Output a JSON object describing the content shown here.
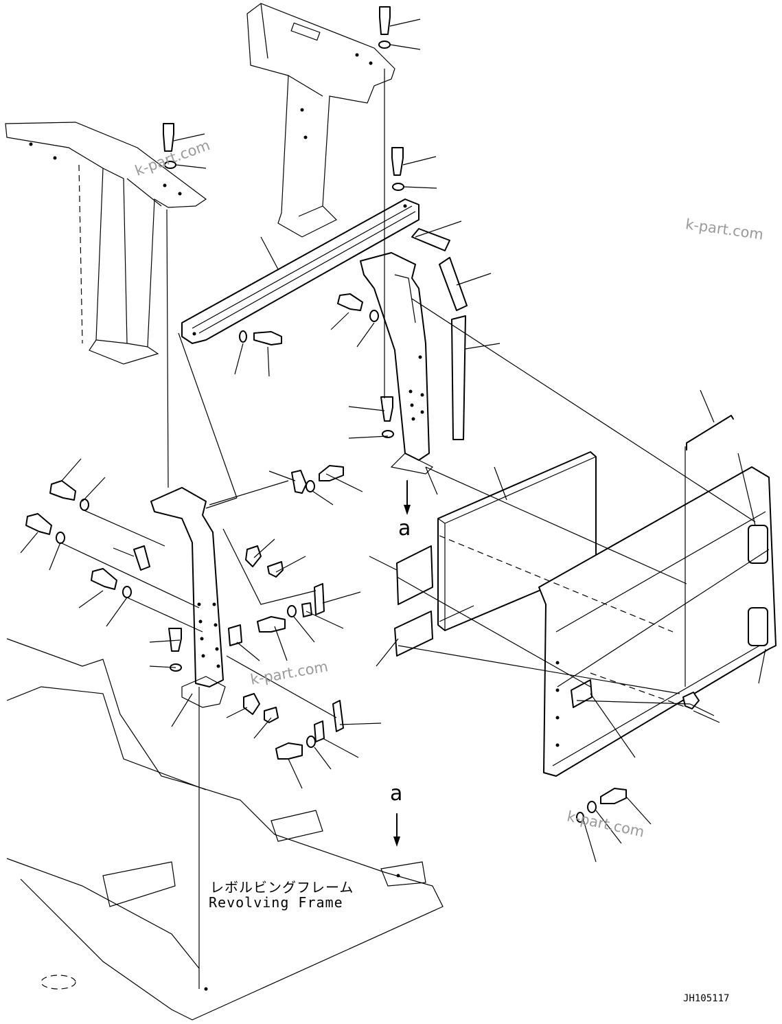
{
  "diagram": {
    "view_marker_top": "a",
    "view_marker_bottom": "a",
    "frame_label_jp": "レボルビングフレーム",
    "frame_label_en": "Revolving Frame",
    "drawing_code": "JH105117",
    "watermarks": [
      "k-part.com",
      "k-part.com",
      "k-part.com",
      "k-part.com"
    ]
  }
}
